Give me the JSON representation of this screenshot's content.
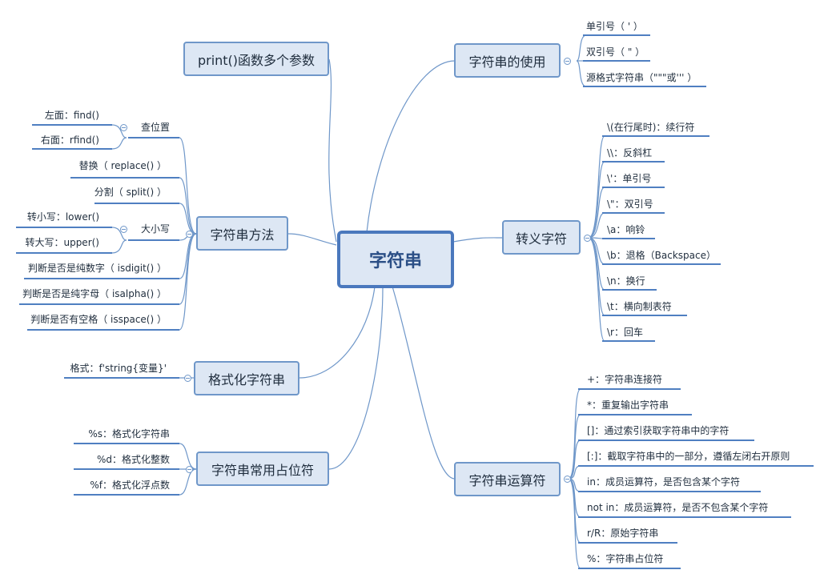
{
  "center": "字符串",
  "branches": {
    "print": "print()函数多个参数",
    "usage": {
      "label": "字符串的使用",
      "items": [
        "单引号（ ' ）",
        "双引号（ \" ）",
        "源格式字符串（\"\"\"或''' ）"
      ]
    },
    "escape": {
      "label": "转义字符",
      "items": [
        "\\(在行尾时)：续行符",
        "\\\\：反斜杠",
        "\\'：单引号",
        "\\\"：双引号",
        "\\a：响铃",
        "\\b：退格（Backspace）",
        "\\n：换行",
        "\\t：横向制表符",
        "\\r：回车"
      ]
    },
    "methods": {
      "label": "字符串方法",
      "find": {
        "label": "查位置",
        "items": [
          "左面：find()",
          "右面：rfind()"
        ]
      },
      "replace": "替换（ replace() ）",
      "split": "分割（ split() ）",
      "case": {
        "label": "大小写",
        "items": [
          "转小写：lower()",
          "转大写：upper()"
        ]
      },
      "isdigit": "判断是否是纯数字（ isdigit() ）",
      "isalpha": "判断是否是纯字母（ isalpha() ）",
      "isspace": "判断是否有空格（ isspace() ）"
    },
    "format": {
      "label": "格式化字符串",
      "items": [
        "格式：f'string{变量}'"
      ]
    },
    "placeholder": {
      "label": "字符串常用占位符",
      "items": [
        "%s：格式化字符串",
        "%d：格式化整数",
        "%f：格式化浮点数"
      ]
    },
    "ops": {
      "label": "字符串运算符",
      "items": [
        "+：字符串连接符",
        "*：重复输出字符串",
        "[]：通过索引获取字符串中的字符",
        "[:]：截取字符串中的一部分，遵循左闭右开原则",
        "in：成员运算符，是否包含某个字符",
        "not in：成员运算符，是否不包含某个字符",
        "r/R：原始字符串",
        "%：字符串占位符"
      ]
    }
  },
  "colors": {
    "line": "#6f97c9",
    "node_fill": "#dde7f4",
    "center_border": "#4a78bd",
    "underline": "#4f7fc1"
  }
}
